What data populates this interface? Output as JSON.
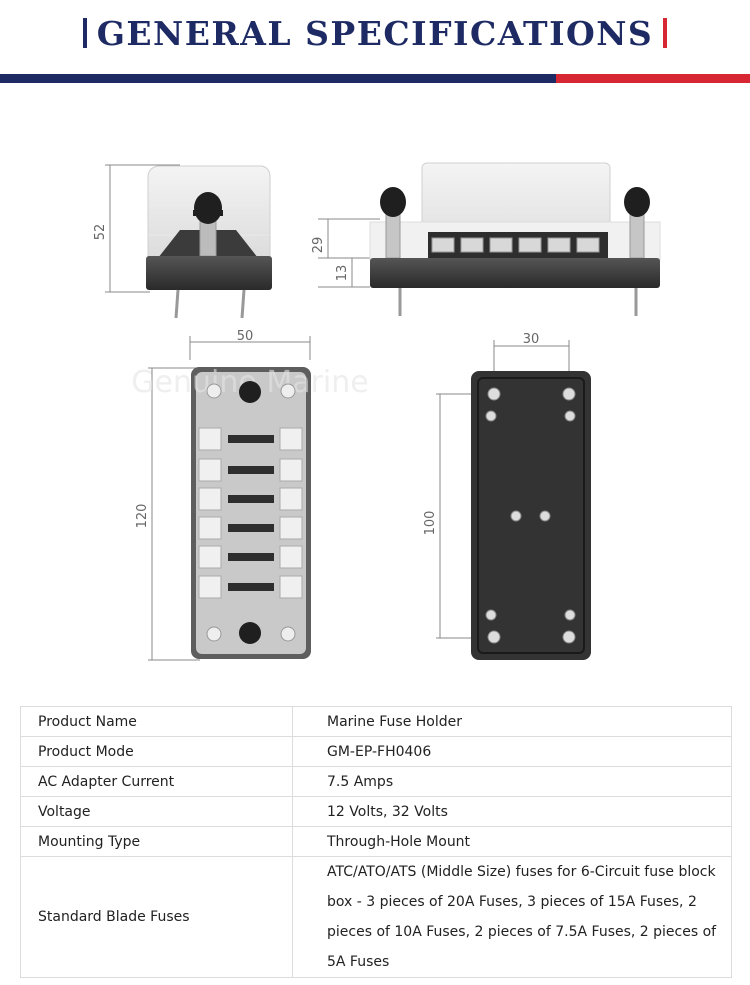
{
  "header": {
    "title": "GENERAL SPECIFICATIONS",
    "colors": {
      "navy": "#1d2a63",
      "red": "#d62732"
    }
  },
  "drawings": {
    "dimensions": {
      "height_total": "52",
      "height_top": "29",
      "height_base": "13",
      "width_front": "50",
      "length_front": "120",
      "hole_spacing_width": "30",
      "hole_spacing_length": "100"
    },
    "watermark": "Genuine Marine"
  },
  "specs": [
    {
      "key": "Product Name",
      "value": "Marine Fuse Holder"
    },
    {
      "key": "Product Mode",
      "value": "GM-EP-FH0406"
    },
    {
      "key": "AC Adapter Current",
      "value": "7.5 Amps"
    },
    {
      "key": "Voltage",
      "value": "12 Volts, 32 Volts"
    },
    {
      "key": "Mounting Type",
      "value": "Through-Hole Mount"
    },
    {
      "key": "Standard Blade Fuses",
      "value": "ATC/ATO/ATS (Middle Size) fuses for 6-Circuit fuse block box - 3 pieces of 20A Fuses, 3 pieces of 15A Fuses, 2 pieces of 10A Fuses, 2 pieces of 7.5A Fuses, 2 pieces of 5A Fuses"
    }
  ]
}
